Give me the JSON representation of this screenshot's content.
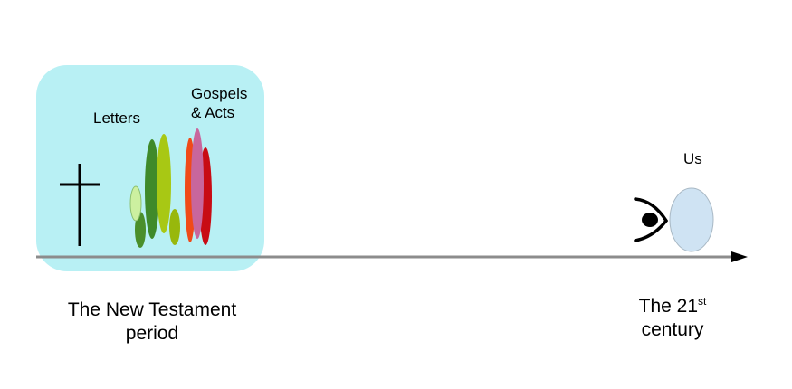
{
  "diagram": {
    "labels": {
      "letters": "Letters",
      "gospels_line1": "Gospels",
      "gospels_line2": "& Acts",
      "us": "Us",
      "nt_line1": "The New Testament",
      "nt_line2": "period",
      "c21_prefix": "The 21",
      "c21_sup": "st",
      "c21_line2": "century"
    },
    "colors": {
      "nt_region": "#b8f0f4",
      "timeline": "#8c8c8c",
      "arrowhead": "#000000",
      "letters_ovals": [
        "#ccf0a0",
        "#4a8f2a",
        "#3f8a2a",
        "#a8c814",
        "#98b80c"
      ],
      "gospel_ovals": [
        "#f04a18",
        "#c8669c",
        "#c80c14"
      ],
      "us_oval": "#cfe3f3",
      "us_oval_stroke": "#a8b8c4"
    },
    "icons": [
      "cross-icon",
      "eye-icon"
    ]
  }
}
